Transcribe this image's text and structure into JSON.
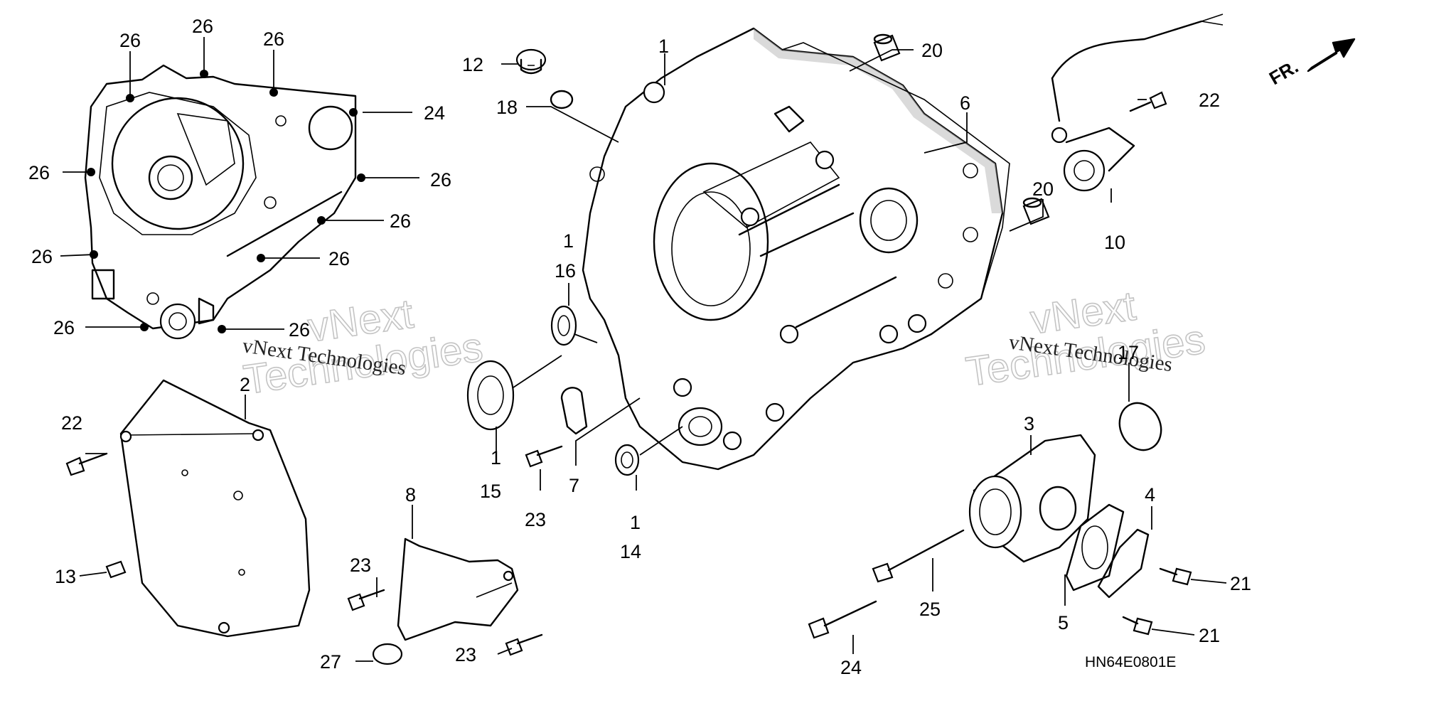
{
  "diagram": {
    "code": "HN64E0801E",
    "direction": "FR.",
    "watermark": {
      "top_line": "vNext",
      "bottom_line": "Technologies",
      "serif_text": "vNext Technologies"
    },
    "callouts": {
      "c26a": "26",
      "c26b": "26",
      "c26c": "26",
      "c26d": "26",
      "c26e": "26",
      "c26f": "26",
      "c26g": "26",
      "c26h": "26",
      "c26i": "26",
      "c26j": "26",
      "c24a": "24",
      "c12": "12",
      "c18": "18",
      "c1a": "1",
      "c20a": "20",
      "c6": "6",
      "c22a": "22",
      "c10": "10",
      "c20b": "20",
      "c1b": "1",
      "c16": "16",
      "c2": "2",
      "c22b": "22",
      "c1c": "1",
      "c15": "15",
      "c23a": "23",
      "c7": "7",
      "c1d": "1",
      "c14": "14",
      "c17": "17",
      "c3": "3",
      "c4": "4",
      "c13": "13",
      "c8": "8",
      "c23b": "23",
      "c23c": "23",
      "c27": "27",
      "c25": "25",
      "c5": "5",
      "c21a": "21",
      "c21b": "21",
      "c24b": "24"
    }
  }
}
